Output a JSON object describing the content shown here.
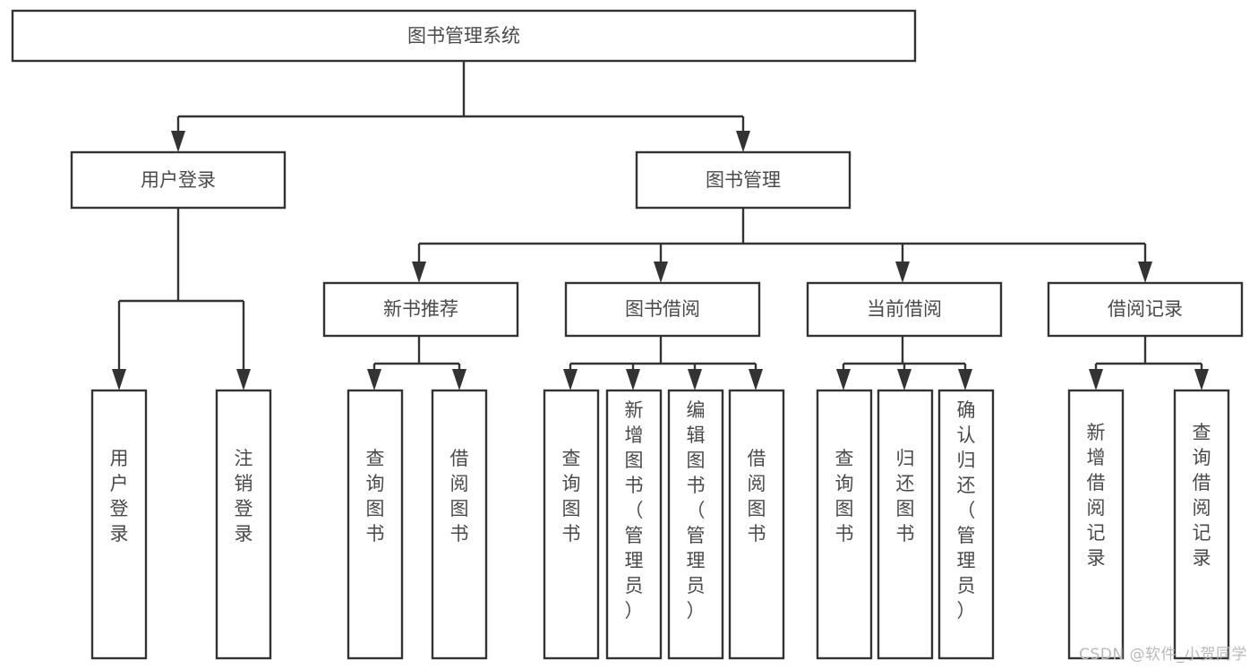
{
  "diagram": {
    "title": "图书管理系统",
    "type": "tree",
    "watermark": "CSDN @软件_小贺同学",
    "colors": {
      "box_stroke": "#333333",
      "box_fill": "#ffffff",
      "label_text": "#4a4a4a",
      "connector": "#333333",
      "background": "#ffffff",
      "watermark": "#b9b9b9"
    },
    "levels": [
      {
        "level": 1,
        "nodes": [
          {
            "id": "root",
            "label": "图书管理系统",
            "orientation": "horizontal"
          }
        ]
      },
      {
        "level": 2,
        "nodes": [
          {
            "id": "login",
            "label": "用户登录",
            "orientation": "horizontal",
            "parent": "root"
          },
          {
            "id": "bookmgmt",
            "label": "图书管理",
            "orientation": "horizontal",
            "parent": "root"
          }
        ]
      },
      {
        "level": 3,
        "nodes": [
          {
            "id": "newbook",
            "label": "新书推荐",
            "orientation": "horizontal",
            "parent": "bookmgmt"
          },
          {
            "id": "borrow",
            "label": "图书借阅",
            "orientation": "horizontal",
            "parent": "bookmgmt"
          },
          {
            "id": "current",
            "label": "当前借阅",
            "orientation": "horizontal",
            "parent": "bookmgmt"
          },
          {
            "id": "records",
            "label": "借阅记录",
            "orientation": "horizontal",
            "parent": "bookmgmt"
          }
        ]
      },
      {
        "level": 4,
        "nodes": [
          {
            "id": "leaf1",
            "label": "用户登录",
            "orientation": "vertical",
            "parent": "login"
          },
          {
            "id": "leaf2",
            "label": "注销登录",
            "orientation": "vertical",
            "parent": "login"
          },
          {
            "id": "leaf3",
            "label": "查询图书",
            "orientation": "vertical",
            "parent": "newbook"
          },
          {
            "id": "leaf4",
            "label": "借阅图书",
            "orientation": "vertical",
            "parent": "newbook"
          },
          {
            "id": "leaf5",
            "label": "查询图书",
            "orientation": "vertical",
            "parent": "borrow"
          },
          {
            "id": "leaf6",
            "label": "新增图书（管理员）",
            "orientation": "vertical",
            "parent": "borrow"
          },
          {
            "id": "leaf7",
            "label": "编辑图书（管理员）",
            "orientation": "vertical",
            "parent": "borrow"
          },
          {
            "id": "leaf8",
            "label": "借阅图书",
            "orientation": "vertical",
            "parent": "borrow"
          },
          {
            "id": "leaf9",
            "label": "查询图书",
            "orientation": "vertical",
            "parent": "current"
          },
          {
            "id": "leaf10",
            "label": "归还图书",
            "orientation": "vertical",
            "parent": "current"
          },
          {
            "id": "leaf11",
            "label": "确认归还（管理员）",
            "orientation": "vertical",
            "parent": "current"
          },
          {
            "id": "leaf12",
            "label": "新增借阅记录",
            "orientation": "vertical",
            "parent": "records"
          },
          {
            "id": "leaf13",
            "label": "查询借阅记录",
            "orientation": "vertical",
            "parent": "records"
          }
        ]
      }
    ]
  }
}
